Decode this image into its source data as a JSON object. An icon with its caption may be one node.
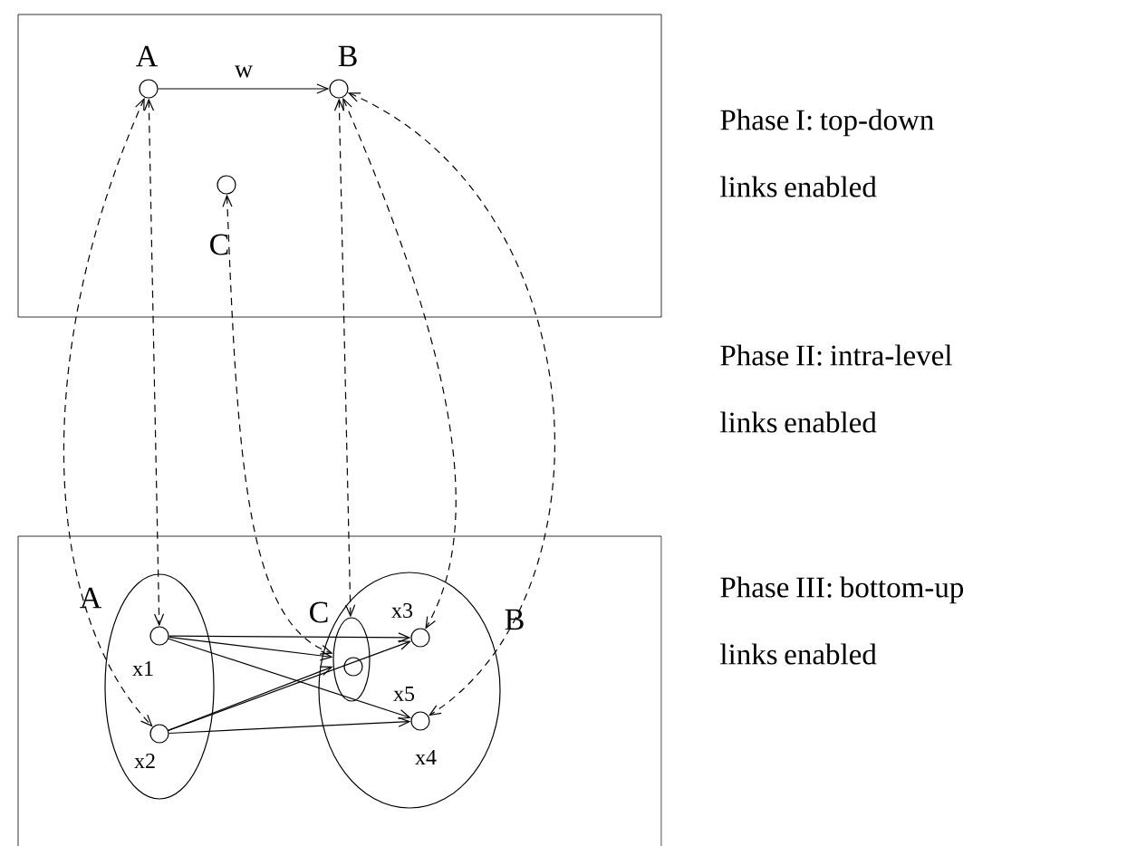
{
  "diagram": {
    "nodes": [
      {
        "text": [],
        "shape": "box"
      },
      {
        "text": [
          "A"
        ],
        "in": 0
      },
      {
        "text": [
          "B"
        ],
        "in": 0
      },
      {
        "text": [
          "C"
        ],
        "in": 0
      },
      {
        "text": [],
        "shape": "box"
      },
      {
        "text": [
          "A"
        ],
        "in": 4
      },
      {
        "text": [
          "x1"
        ],
        "in": 5
      },
      {
        "text": [
          "x2"
        ],
        "in": 5
      },
      {
        "text": [
          "B"
        ],
        "in": 4
      },
      {
        "text": [
          "C"
        ],
        "in": 8
      },
      {
        "text": [
          "x5"
        ],
        "in": 9
      },
      {
        "text": [
          "x3"
        ],
        "in": 8
      },
      {
        "text": [
          "x4"
        ],
        "in": 8
      }
    ],
    "edges": [
      {
        "from": 1,
        "to": 2,
        "arrow": "to",
        "label": "w"
      },
      {
        "from": 1,
        "to": 7,
        "arrow": "both",
        "style": "dashed"
      },
      {
        "from": 1,
        "to": 6,
        "arrow": "both",
        "style": "dashed"
      },
      {
        "from": 3,
        "to": 9,
        "arrow": "both",
        "style": "dashed"
      },
      {
        "from": 2,
        "to": 9,
        "arrow": "both",
        "style": "dashed"
      },
      {
        "from": 2,
        "to": 11,
        "arrow": "both",
        "style": "dashed"
      },
      {
        "from": 2,
        "to": 12,
        "arrow": "both",
        "style": "dashed"
      },
      {
        "from": 6,
        "to": 11,
        "arrow": "to"
      },
      {
        "from": 6,
        "to": 9,
        "arrow": "to"
      },
      {
        "from": 6,
        "to": 12,
        "arrow": "to"
      },
      {
        "from": 7,
        "to": 9,
        "arrow": "to"
      },
      {
        "from": 7,
        "to": 11,
        "arrow": "to"
      },
      {
        "from": 7,
        "to": 12,
        "arrow": "to"
      }
    ],
    "labels": [
      "Phase I: top-down links enabled",
      "Phase II: intra-level links enabled",
      "Phase III: bottom-up links enabled"
    ]
  }
}
